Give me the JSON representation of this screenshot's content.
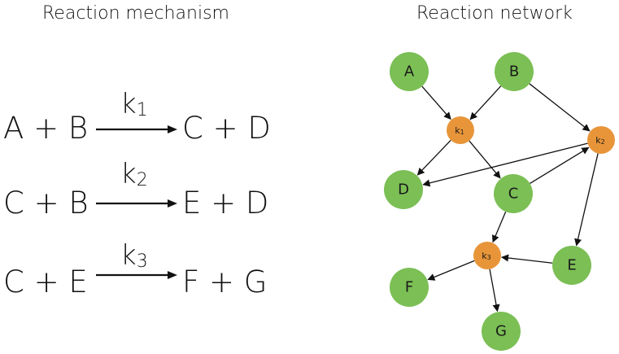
{
  "titles": {
    "mechanism": "Reaction mechanism",
    "network": "Reaction network"
  },
  "mechanism": [
    {
      "lhs": "A + B",
      "rate": "k",
      "rate_sub": "1",
      "rhs": "C + D"
    },
    {
      "lhs": "C + B",
      "rate": "k",
      "rate_sub": "2",
      "rhs": "E + D"
    },
    {
      "lhs": "C + E",
      "rate": "k",
      "rate_sub": "3",
      "rhs": "F + G"
    }
  ],
  "colors": {
    "species": "#7bbf55",
    "reaction": "#e8953a",
    "edge": "#111111"
  },
  "network": {
    "species_nodes": [
      "A",
      "B",
      "C",
      "D",
      "E",
      "F",
      "G"
    ],
    "reaction_nodes": [
      {
        "label": "k",
        "sub": "1"
      },
      {
        "label": "k",
        "sub": "2"
      },
      {
        "label": "k",
        "sub": "3"
      }
    ],
    "edges": [
      [
        "A",
        "k1"
      ],
      [
        "B",
        "k1"
      ],
      [
        "B",
        "k2"
      ],
      [
        "k1",
        "D"
      ],
      [
        "k1",
        "C"
      ],
      [
        "C",
        "k2"
      ],
      [
        "k2",
        "D"
      ],
      [
        "k2",
        "E"
      ],
      [
        "C",
        "k3"
      ],
      [
        "E",
        "k3"
      ],
      [
        "k3",
        "F"
      ],
      [
        "k3",
        "G"
      ]
    ]
  }
}
